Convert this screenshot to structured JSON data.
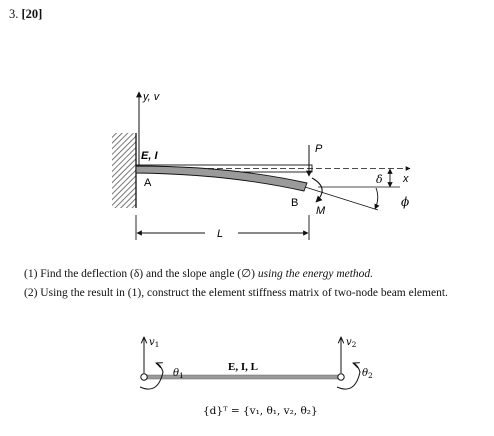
{
  "problem": {
    "number": "3.",
    "points": "[20]"
  },
  "figure1": {
    "axis_label": "y, v",
    "x_label": "x",
    "beam_label": "E, I",
    "point_a": "A",
    "point_b": "B",
    "load_label": "P",
    "moment_label": "M",
    "deflection_symbol": "δ",
    "slope_symbol": "ϕ",
    "length_label": "L"
  },
  "instructions": {
    "item1_prefix": "(1) Find the deflection (δ) and the slope angle (∅) ",
    "item1_emph": "using the energy method.",
    "item2": "(2) Using the result in (1), construct the element stiffness matrix of two-node beam element."
  },
  "figure2": {
    "v1": "v",
    "v1_sub": "1",
    "v2": "v",
    "v2_sub": "2",
    "theta1": "θ",
    "theta1_sub": "1",
    "theta2": "θ",
    "theta2_sub": "2",
    "beam_label": "E, I, L",
    "dof_vector": "{d}ᵀ = {v₁, θ₁, v₂, θ₂}"
  },
  "colors": {
    "ink": "#111111",
    "beam_fill": "#9a9a9a",
    "hatch": "#555555"
  }
}
